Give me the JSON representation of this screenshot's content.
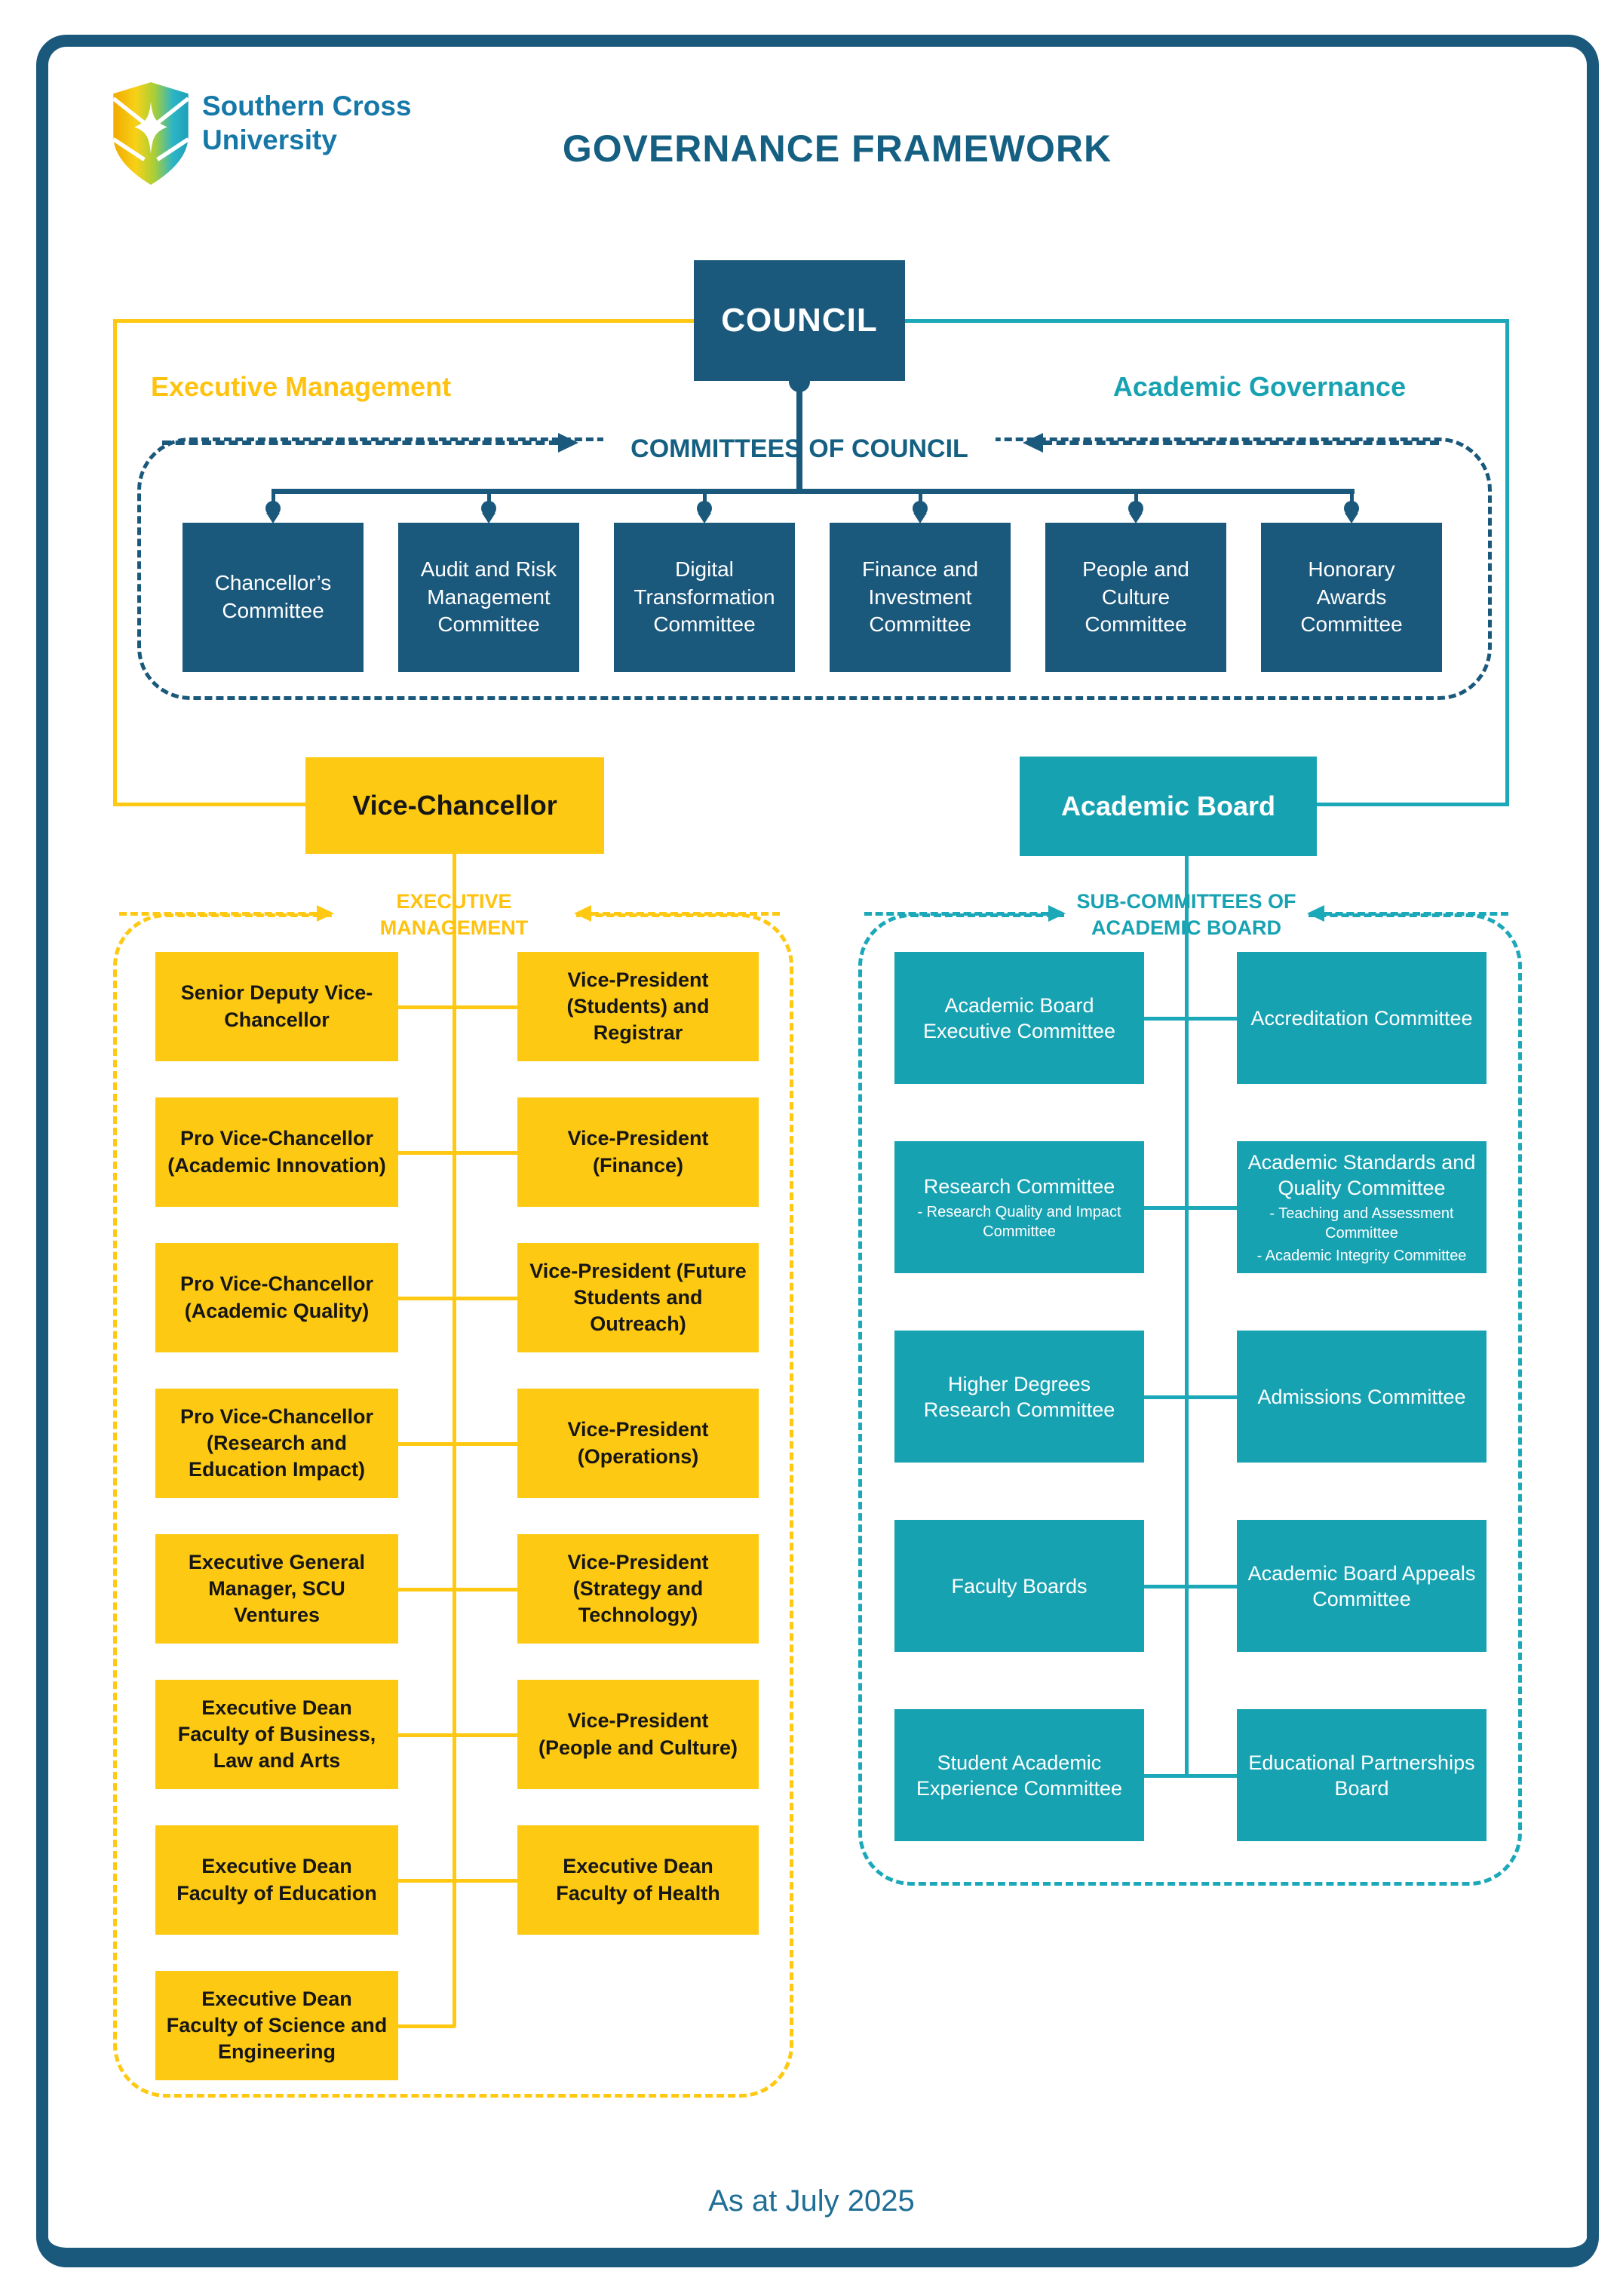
{
  "header": {
    "brand_line1": "Southern Cross",
    "brand_line2": "University",
    "title": "GOVERNANCE FRAMEWORK"
  },
  "council_label": "COUNCIL",
  "branches": {
    "left_label": "Executive Management",
    "right_label": "Academic Governance"
  },
  "committees_of_council": {
    "heading": "COMMITTEES OF COUNCIL",
    "items": [
      "Chancellor’s Committee",
      "Audit and Risk Management Committee",
      "Digital Transformation Committee",
      "Finance and Investment Committee",
      "People and Culture Committee",
      "Honorary Awards Committee"
    ]
  },
  "vice_chancellor_label": "Vice-Chancellor",
  "academic_board_label": "Academic Board",
  "executive_management": {
    "heading_line1": "EXECUTIVE",
    "heading_line2": "MANAGEMENT",
    "left_column": [
      "Senior Deputy Vice-Chancellor",
      "Pro Vice-Chancellor (Academic Innovation)",
      "Pro Vice-Chancellor (Academic Quality)",
      "Pro Vice-Chancellor (Research and Education Impact)",
      "Executive General Manager, SCU Ventures",
      "Executive Dean Faculty of Business, Law and Arts",
      "Executive Dean Faculty of Education",
      "Executive Dean Faculty of Science and Engineering"
    ],
    "right_column": [
      "Vice-President (Students) and Registrar",
      "Vice-President (Finance)",
      "Vice-President (Future Students and Outreach)",
      "Vice-President (Operations)",
      "Vice-President (Strategy and Technology)",
      "Vice-President (People and Culture)",
      "Executive Dean Faculty of Health"
    ]
  },
  "sub_committees": {
    "heading_line1": "SUB-COMMITTEES OF",
    "heading_line2": "ACADEMIC BOARD",
    "left_column": [
      {
        "title": "Academic Board Executive Committee",
        "subitems": []
      },
      {
        "title": "Research Committee",
        "subitems": [
          "- Research Quality and Impact Committee"
        ]
      },
      {
        "title": "Higher Degrees Research Committee",
        "subitems": []
      },
      {
        "title": "Faculty Boards",
        "subitems": []
      },
      {
        "title": "Student Academic Experience Committee",
        "subitems": []
      }
    ],
    "right_column": [
      {
        "title": "Accreditation Committee",
        "subitems": []
      },
      {
        "title": "Academic Standards and Quality Committee",
        "subitems": [
          "- Teaching and Assessment Committee",
          "- Academic Integrity Committee"
        ]
      },
      {
        "title": "Admissions Committee",
        "subitems": []
      },
      {
        "title": "Academic Board Appeals Committee",
        "subitems": []
      },
      {
        "title": "Educational Partnerships Board",
        "subitems": []
      }
    ]
  },
  "footer_text": "As at July 2025",
  "colors": {
    "dark_blue": "#1A587C",
    "heading_blue": "#156082",
    "footer_blue": "#1E6E96",
    "brand_blue": "#1578A8",
    "yellow": "#FDC913",
    "yellow_line": "#FFC913",
    "yellow_label": "#FFC20E",
    "teal": "#17A2B2",
    "teal_line": "#1BA8B8"
  }
}
